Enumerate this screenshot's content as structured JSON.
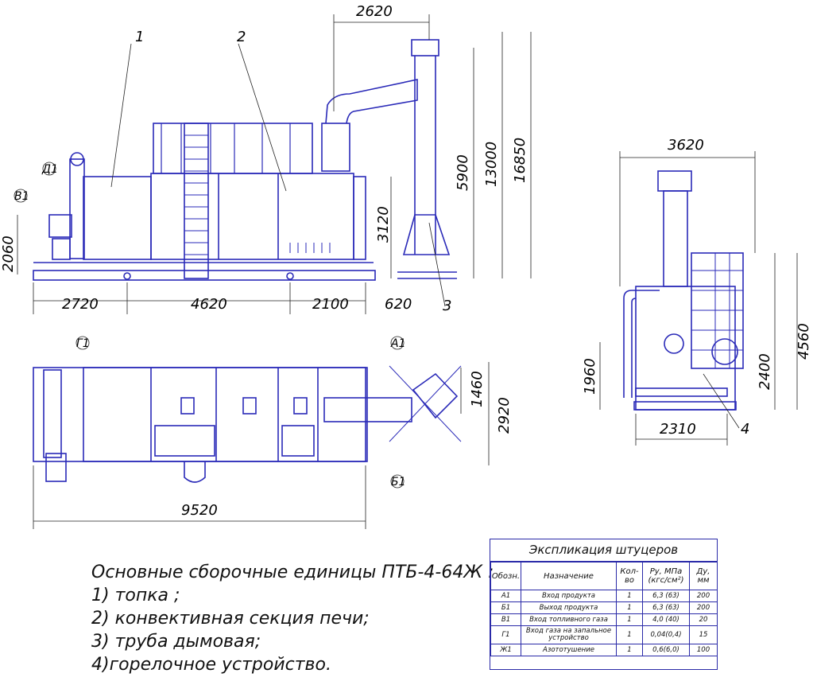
{
  "drawing": {
    "title": "Основные сборочные единицы ПТБ-4-64Ж :",
    "notes": [
      "1) топка ;",
      "2) конвективная секция печи;",
      "3) труба дымовая;",
      "4)горелочное устройство."
    ],
    "part_labels": [
      "1",
      "2",
      "3",
      "4"
    ],
    "nozzle_labels": [
      "Д1",
      "В1",
      "Г1",
      "А1",
      "Б1"
    ],
    "dimensions": {
      "side_top": "2620",
      "side_h1": "5900",
      "side_h2": "13000",
      "side_h3": "16850",
      "side_left": "2060",
      "side_mid": "3120",
      "side_b1": "2720",
      "side_b2": "4620",
      "side_b3": "2100",
      "side_b4": "620",
      "plan_1460": "1460",
      "plan_2920": "2920",
      "plan_9520": "9520",
      "end_top": "3620",
      "end_1960": "1960",
      "end_2400": "2400",
      "end_4560": "4560",
      "end_2310": "2310"
    },
    "line_color": "#2a2ab8"
  },
  "explication": {
    "title": "Экспликация штуцеров",
    "headers": [
      "Обозн.",
      "Назначение",
      "Кол-во",
      "Ру, МПа (кгс/см²)",
      "Ду, мм"
    ],
    "rows": [
      {
        "code": "А1",
        "purpose": "Вход продукта",
        "qty": "1",
        "pressure": "6,3 (63)",
        "dn": "200"
      },
      {
        "code": "Б1",
        "purpose": "Выход продукта",
        "qty": "1",
        "pressure": "6,3 (63)",
        "dn": "200"
      },
      {
        "code": "В1",
        "purpose": "Вход топливного газа",
        "qty": "1",
        "pressure": "4,0 (40)",
        "dn": "20"
      },
      {
        "code": "Г1",
        "purpose": "Вход газа на запальное устройство",
        "qty": "1",
        "pressure": "0,04(0,4)",
        "dn": "15"
      },
      {
        "code": "Ж1",
        "purpose": "Азототушение",
        "qty": "1",
        "pressure": "0,6(6,0)",
        "dn": "100"
      }
    ]
  }
}
